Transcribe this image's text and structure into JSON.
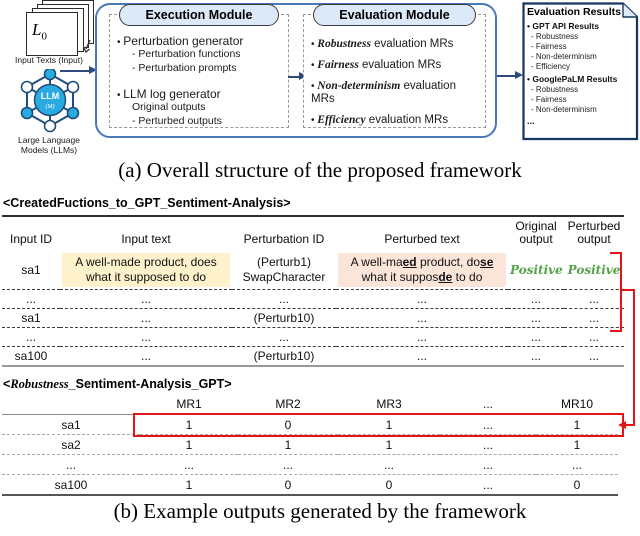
{
  "colors": {
    "accent_blue": "#4a77bc",
    "navy": "#2e4a7d",
    "node_cyan": "#29abe2",
    "pill_blue": "#dce9f8",
    "highlight_yellow": "#fdf2cc",
    "highlight_pink": "#fbe5d8",
    "positive_green": "#57a04a",
    "annotation_red": "#e51313"
  },
  "diagram": {
    "input_stack": {
      "doc_label": "L",
      "doc_label_sub": "0",
      "caption": "Input Texts (Input)"
    },
    "llm_node": {
      "core_label": "LLM",
      "core_sublabel": "(M)",
      "caption_line1": "Large Language",
      "caption_line2": "Models (LLMs)"
    },
    "execution_module": {
      "title": "Execution Module",
      "bullet1": "Perturbation generator",
      "sub1a": "-  Perturbation functions",
      "sub1b": "-  Perturbation prompts",
      "bullet2": "LLM log generator",
      "sub2a": "Original outputs",
      "sub2b": "-  Perturbed outputs"
    },
    "evaluation_module": {
      "title": "Evaluation Module",
      "items": [
        {
          "em": "Robustness",
          "rest": " evaluation MRs"
        },
        {
          "em": "Fairness",
          "rest": " evaluation MRs"
        },
        {
          "em": "Non-determinism",
          "rest": " evaluation MRs"
        },
        {
          "em": "Efficiency",
          "rest": " evaluation MRs"
        }
      ]
    },
    "results_panel": {
      "title": "Evaluation Results",
      "groups": [
        {
          "title": "GPT API Results",
          "items": [
            "Robustness",
            "Fairness",
            "Non-determinism",
            "Efficiency"
          ]
        },
        {
          "title": "GooglePaLM Results",
          "items": [
            "Robustness",
            "Fairness",
            "Non-determinism"
          ]
        }
      ],
      "ellipsis": "..."
    }
  },
  "captions": {
    "a": "(a) Overall structure of the proposed framework",
    "b": "(b) Example outputs generated by the framework"
  },
  "table1": {
    "title": "<CreatedFuctions_to_GPT_Sentiment-Analysis>",
    "headers": [
      "Input ID",
      "Input text",
      "Perturbation ID",
      "Perturbed text",
      "Original output",
      "Perturbed output"
    ],
    "row1": {
      "input_id": "sa1",
      "input_text": "A well-made product, does what it supposed to do",
      "perturbation_id_line1": "(Perturb1)",
      "perturbation_id_line2": "SwapCharacter",
      "perturbed_segments": [
        "A well-ma",
        "ed",
        " product, do",
        "se",
        " what it suppos",
        "de",
        " to do"
      ],
      "original_output": "Positive",
      "perturbed_output": "Positive"
    },
    "rows": [
      [
        "...",
        "...",
        "...",
        "...",
        "...",
        "..."
      ],
      [
        "sa1",
        "...",
        "(Perturb10)",
        "...",
        "...",
        "..."
      ],
      [
        "...",
        "...",
        "...",
        "...",
        "...",
        "..."
      ],
      [
        "sa100",
        "...",
        "(Perturb10)",
        "...",
        "...",
        "..."
      ]
    ]
  },
  "table2": {
    "title_open": "<",
    "title_em": "Robustness",
    "title_rest": "_Sentiment-Analysis_GPT>",
    "headers": [
      "",
      "MR1",
      "MR2",
      "MR3",
      "...",
      "MR10"
    ],
    "rows": [
      [
        "sa1",
        "1",
        "0",
        "1",
        "...",
        "1"
      ],
      [
        "sa2",
        "1",
        "1",
        "1",
        "...",
        "1"
      ],
      [
        "...",
        "...",
        "...",
        "...",
        "...",
        "..."
      ],
      [
        "sa100",
        "1",
        "0",
        "0",
        "...",
        "0"
      ]
    ]
  }
}
